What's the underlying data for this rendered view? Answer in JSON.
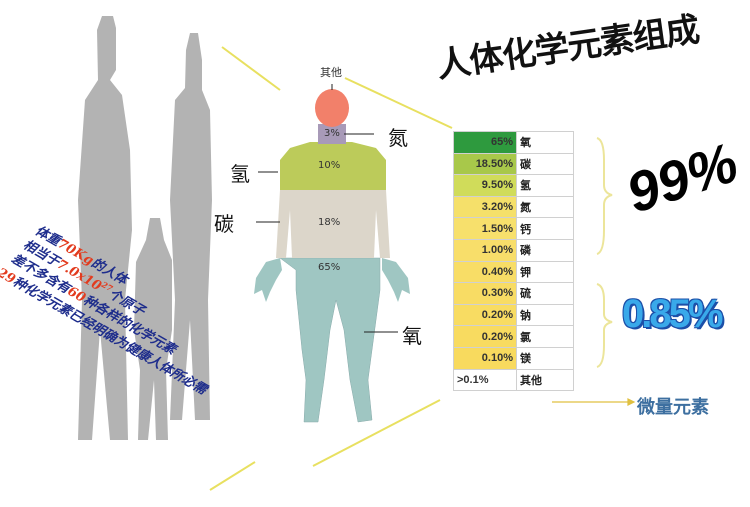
{
  "title": "人体化学元素组成",
  "figure": {
    "top_label": "其他",
    "body_labels": {
      "nitrogen": "氮",
      "hydrogen": "氢",
      "carbon": "碳",
      "oxygen": "氧"
    },
    "body_percents": {
      "neck": "3%",
      "chest": "10%",
      "torso": "18%",
      "lower": "65%"
    },
    "body_colors": {
      "head": "#f2806a",
      "neck": "#a89ab8",
      "chest": "#bccb5a",
      "torso": "#dcd6ca",
      "lower": "#9fc6c2"
    }
  },
  "side_text": {
    "line1": [
      "体重",
      "70Kg",
      "的人体"
    ],
    "line2": [
      "相当于",
      "7.0x10",
      "27",
      "个原子"
    ],
    "line3": [
      "差不多含有",
      "60",
      "种各样的化学元素"
    ],
    "line4": [
      "29",
      "种化学元素已经明确为健康人体所必需"
    ]
  },
  "table": {
    "rows": [
      {
        "pct": "65%",
        "element": "氧",
        "color": "#2e9a3e"
      },
      {
        "pct": "18.50%",
        "element": "碳",
        "color": "#a8c84a"
      },
      {
        "pct": "9.50%",
        "element": "氢",
        "color": "#d0dc5a"
      },
      {
        "pct": "3.20%",
        "element": "氮",
        "color": "#f5e06a"
      },
      {
        "pct": "1.50%",
        "element": "钙",
        "color": "#f7e06c"
      },
      {
        "pct": "1.00%",
        "element": "磷",
        "color": "#f8de6a"
      },
      {
        "pct": "0.40%",
        "element": "钾",
        "color": "#f8dd66"
      },
      {
        "pct": "0.30%",
        "element": "硫",
        "color": "#f8dc64"
      },
      {
        "pct": "0.20%",
        "element": "钠",
        "color": "#f8dc62"
      },
      {
        "pct": "0.20%",
        "element": "氯",
        "color": "#f8db60"
      },
      {
        "pct": "0.10%",
        "element": "镁",
        "color": "#f8da5e"
      },
      {
        "pct": ">0.1%",
        "element": "其他",
        "color": "#ffffff"
      }
    ]
  },
  "summary": {
    "major": "99%",
    "minor": "0.85%",
    "trace_label": "微量元素"
  },
  "chart_data": {
    "type": "table",
    "title": "人体化学元素组成",
    "columns": [
      "percent",
      "element"
    ],
    "rows": [
      [
        "65%",
        "氧"
      ],
      [
        "18.50%",
        "碳"
      ],
      [
        "9.50%",
        "氢"
      ],
      [
        "3.20%",
        "氮"
      ],
      [
        "1.50%",
        "钙"
      ],
      [
        "1.00%",
        "磷"
      ],
      [
        "0.40%",
        "钾"
      ],
      [
        "0.30%",
        "硫"
      ],
      [
        "0.20%",
        "钠"
      ],
      [
        "0.20%",
        "氯"
      ],
      [
        "0.10%",
        "镁"
      ],
      [
        ">0.1%",
        "其他"
      ]
    ],
    "groups": [
      {
        "label": "99%",
        "rows": [
          "氧",
          "碳",
          "氢",
          "氮",
          "钙",
          "磷"
        ]
      },
      {
        "label": "0.85%",
        "rows": [
          "钾",
          "硫",
          "钠",
          "氯",
          "镁"
        ]
      },
      {
        "label": "微量元素",
        "rows": [
          "其他"
        ]
      }
    ],
    "body_figure": [
      {
        "region": "head",
        "label": "其他"
      },
      {
        "region": "neck",
        "label": "氮",
        "value": "3%"
      },
      {
        "region": "chest",
        "label": "氢",
        "value": "10%"
      },
      {
        "region": "torso",
        "label": "碳",
        "value": "18%"
      },
      {
        "region": "lower",
        "label": "氧",
        "value": "65%"
      }
    ]
  }
}
